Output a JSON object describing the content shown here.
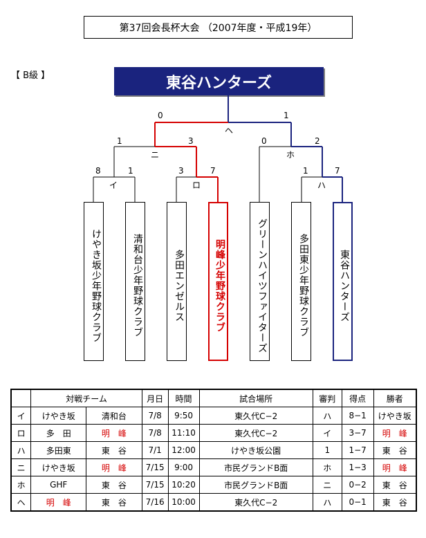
{
  "title": "第37回会長杯大会 （2007年度・平成19年）",
  "class_label": "【 B級 】",
  "champion": "東谷ハンターズ",
  "teams": [
    {
      "name": "けやき坂少年野球クラブ",
      "winner": false
    },
    {
      "name": "清和台少年野球クラブ",
      "winner": false
    },
    {
      "name": "多田エンゼルス",
      "winner": false
    },
    {
      "name": "明峰少年野球クラブ",
      "winner": true
    },
    {
      "name": "グリーンハイツファイターズ",
      "winner": false
    },
    {
      "name": "多田東少年野球クラブ",
      "winner": false
    },
    {
      "name": "東谷ハンターズ",
      "winner": false
    }
  ],
  "bracket": {
    "i": {
      "label": "イ",
      "left": "8",
      "right": "1"
    },
    "ro": {
      "label": "ロ",
      "left": "3",
      "right": "7"
    },
    "ha": {
      "label": "ハ",
      "left": "1",
      "right": "7"
    },
    "ni": {
      "label": "ニ",
      "left": "1",
      "right": "3"
    },
    "ho": {
      "label": "ホ",
      "left": "0",
      "right": "2"
    },
    "he": {
      "label": "ヘ",
      "left": "0",
      "right": "1"
    }
  },
  "colors": {
    "winner_red": "#d50000",
    "champion_navy": "#1a237e"
  },
  "table": {
    "headers": {
      "matchup": "対戦チーム",
      "date": "月日",
      "time": "時間",
      "venue": "試合場所",
      "umpire": "審判",
      "score": "得点",
      "winner": "勝者"
    },
    "rows": [
      {
        "id": "イ",
        "team1": "けやき坂",
        "team1_red": false,
        "team2": "清和台",
        "team2_red": false,
        "date": "7/8",
        "time": "9:50",
        "venue": "東久代C−2",
        "umpire": "ハ",
        "score": "8−1",
        "winner": "けやき坂",
        "winner_red": false
      },
      {
        "id": "ロ",
        "team1": "多　田",
        "team1_red": false,
        "team2": "明　峰",
        "team2_red": true,
        "date": "7/8",
        "time": "11:10",
        "venue": "東久代C−2",
        "umpire": "イ",
        "score": "3−7",
        "winner": "明　峰",
        "winner_red": true
      },
      {
        "id": "ハ",
        "team1": "多田東",
        "team1_red": false,
        "team2": "東　谷",
        "team2_red": false,
        "date": "7/1",
        "time": "12:00",
        "venue": "けやき坂公園",
        "umpire": "1",
        "score": "1−7",
        "winner": "東　谷",
        "winner_red": false
      },
      {
        "id": "ニ",
        "team1": "けやき坂",
        "team1_red": false,
        "team2": "明　峰",
        "team2_red": true,
        "date": "7/15",
        "time": "9:00",
        "venue": "市民グランドB面",
        "umpire": "ホ",
        "score": "1−3",
        "winner": "明　峰",
        "winner_red": true
      },
      {
        "id": "ホ",
        "team1": "GHF",
        "team1_red": false,
        "team2": "東　谷",
        "team2_red": false,
        "date": "7/15",
        "time": "10:20",
        "venue": "市民グランドB面",
        "umpire": "ニ",
        "score": "0−2",
        "winner": "東　谷",
        "winner_red": false
      },
      {
        "id": "ヘ",
        "team1": "明　峰",
        "team1_red": true,
        "team2": "東　谷",
        "team2_red": false,
        "date": "7/16",
        "time": "10:00",
        "venue": "東久代C−2",
        "umpire": "ハ",
        "score": "0−1",
        "winner": "東　谷",
        "winner_red": false
      }
    ]
  }
}
